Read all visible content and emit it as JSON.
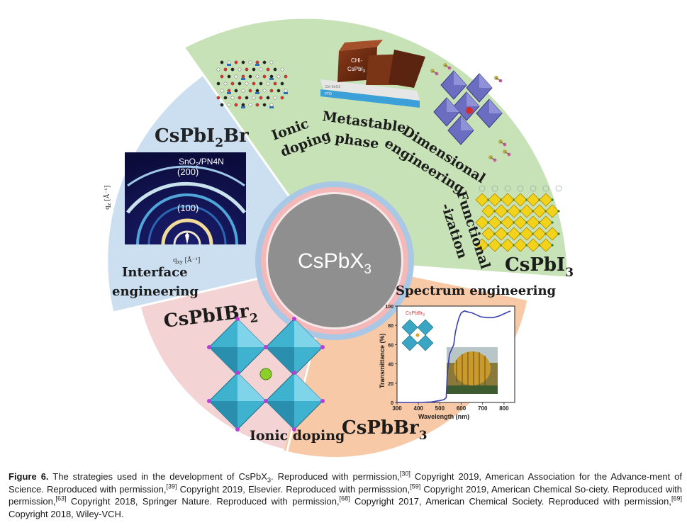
{
  "colors": {
    "green_sector": "#c8e3b8",
    "blue_sector": "#c9def0",
    "pink_sector": "#f2d2d2",
    "orange_sector": "#f6c9a6",
    "center_gray": "#8e8e8e",
    "inner_blue_ring": "#a9c8e6",
    "inner_pink_ring": "#f1b4b4"
  },
  "center": {
    "label_main": "CsPbX",
    "label_sub": "3"
  },
  "compositions": {
    "cspbi2br_main": "CsPbI",
    "cspbi2br_sub1": "2",
    "cspbi2br_end": "Br",
    "cspbi3_main": "CsPbI",
    "cspbi3_sub": "3",
    "cspbibr2_main": "CsPbIBr",
    "cspbibr2_sub": "2",
    "cspbbr3_main": "CsPbBr",
    "cspbbr3_sub": "3"
  },
  "strategies": {
    "ionic_1": "Ionic",
    "ionic_2": "doping",
    "metastable_1": "Metastable",
    "metastable_2": "phase",
    "dimensional_1": "Dimensional",
    "dimensional_2": "engineering",
    "functional_1": "Functional",
    "functional_2": "-ization",
    "interface_1": "Interface",
    "interface_2": "engineering",
    "spectrum": "Spectrum engineering",
    "ionic_doping_bottom": "Ionic doping"
  },
  "gixd_inset": {
    "label_top": "SnO",
    "label_top_sub": "2",
    "label_top_end": "/PN4N",
    "peak_200": "(200)",
    "peak_100": "(100)",
    "ylabel": "q",
    "ylabel_sub": "z",
    "ylabel_unit": " [Å⁻¹]",
    "xlabel": "q",
    "xlabel_sub": "xy",
    "xlabel_unit": " [Å⁻¹]"
  },
  "device_inset": {
    "block_label_1": "CHI-",
    "block_label_2": "CsPbI",
    "block_label_sub": "3",
    "layer_1": "ChI-SnO2",
    "layer_2": "FTO"
  },
  "chart_data": {
    "type": "line",
    "title": "",
    "xlabel": "Wavelength (nm)",
    "ylabel": "Transmittance (%)",
    "xlim": [
      300,
      850
    ],
    "ylim": [
      0,
      100
    ],
    "x_ticks": [
      300,
      400,
      500,
      600,
      700,
      800
    ],
    "y_ticks": [
      0,
      20,
      40,
      60,
      80,
      100
    ],
    "inset_label": "CsPbBr",
    "inset_label_sub": "3",
    "series": [
      {
        "values": [
          [
            300,
            0
          ],
          [
            400,
            0
          ],
          [
            460,
            0.5
          ],
          [
            500,
            2
          ],
          [
            520,
            3
          ],
          [
            530,
            5
          ],
          [
            535,
            30
          ],
          [
            545,
            50
          ],
          [
            555,
            55
          ],
          [
            565,
            60
          ],
          [
            572,
            72
          ],
          [
            580,
            80
          ],
          [
            590,
            88
          ],
          [
            600,
            93
          ],
          [
            615,
            95
          ],
          [
            630,
            94
          ],
          [
            650,
            93
          ],
          [
            670,
            91
          ],
          [
            690,
            89
          ],
          [
            720,
            88
          ],
          [
            750,
            88
          ],
          [
            780,
            90
          ],
          [
            810,
            93
          ],
          [
            830,
            95
          ]
        ]
      }
    ]
  },
  "caption": {
    "label": "Figure 6.",
    "t1": " The strategies used in the development of CsPbX",
    "t1_sub": "3",
    "t2": ". Reproduced with permission,",
    "r1": "[30]",
    "t3": " Copyright 2019, American Association for the Advance-ment of Science. Reproduced with permission,",
    "r2": "[39]",
    "t4": " Copyright 2019, Elsevier. Reproduced with permisssion,",
    "r3": "[59]",
    "t5": " Copyright 2019, American Chemical So-ciety. Reproduced with permission,",
    "r4": "[63]",
    "t6": " Copyright 2018, Springer Nature. Reproduced with permission,",
    "r5": "[68]",
    "t7": " Copyright 2017, American Chemical Society. Reproduced with permission,",
    "r6": "[69]",
    "t8": " Copyright 2018, Wiley-VCH."
  }
}
